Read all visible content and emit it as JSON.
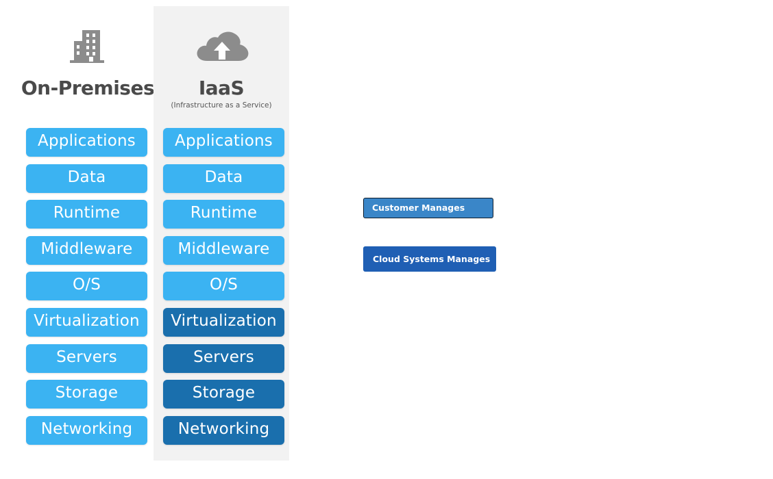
{
  "colors": {
    "customer": "#3bb3f2",
    "cloud": "#1a6fad",
    "panel": "#f2f2f2",
    "title": "#4a4a4a",
    "icon": "#8c8c8c"
  },
  "columns": [
    {
      "title": "On-Premises",
      "subtitle": "",
      "icon": "building-icon",
      "layers": [
        {
          "label": "Applications",
          "managed_by": "customer"
        },
        {
          "label": "Data",
          "managed_by": "customer"
        },
        {
          "label": "Runtime",
          "managed_by": "customer"
        },
        {
          "label": "Middleware",
          "managed_by": "customer"
        },
        {
          "label": "O/S",
          "managed_by": "customer"
        },
        {
          "label": "Virtualization",
          "managed_by": "customer"
        },
        {
          "label": "Servers",
          "managed_by": "customer"
        },
        {
          "label": "Storage",
          "managed_by": "customer"
        },
        {
          "label": "Networking",
          "managed_by": "customer"
        }
      ]
    },
    {
      "title": "IaaS",
      "subtitle": "(Infrastructure as a Service)",
      "icon": "cloud-upload-icon",
      "layers": [
        {
          "label": "Applications",
          "managed_by": "customer"
        },
        {
          "label": "Data",
          "managed_by": "customer"
        },
        {
          "label": "Runtime",
          "managed_by": "customer"
        },
        {
          "label": "Middleware",
          "managed_by": "customer"
        },
        {
          "label": "O/S",
          "managed_by": "customer"
        },
        {
          "label": "Virtualization",
          "managed_by": "cloud"
        },
        {
          "label": "Servers",
          "managed_by": "cloud"
        },
        {
          "label": "Storage",
          "managed_by": "cloud"
        },
        {
          "label": "Networking",
          "managed_by": "cloud"
        }
      ]
    }
  ],
  "legend": {
    "customer_label": "Customer Manages",
    "customer_color": "#3a86c8",
    "cloud_label": "Cloud Systems Manages",
    "cloud_color": "#1f5fb4"
  }
}
